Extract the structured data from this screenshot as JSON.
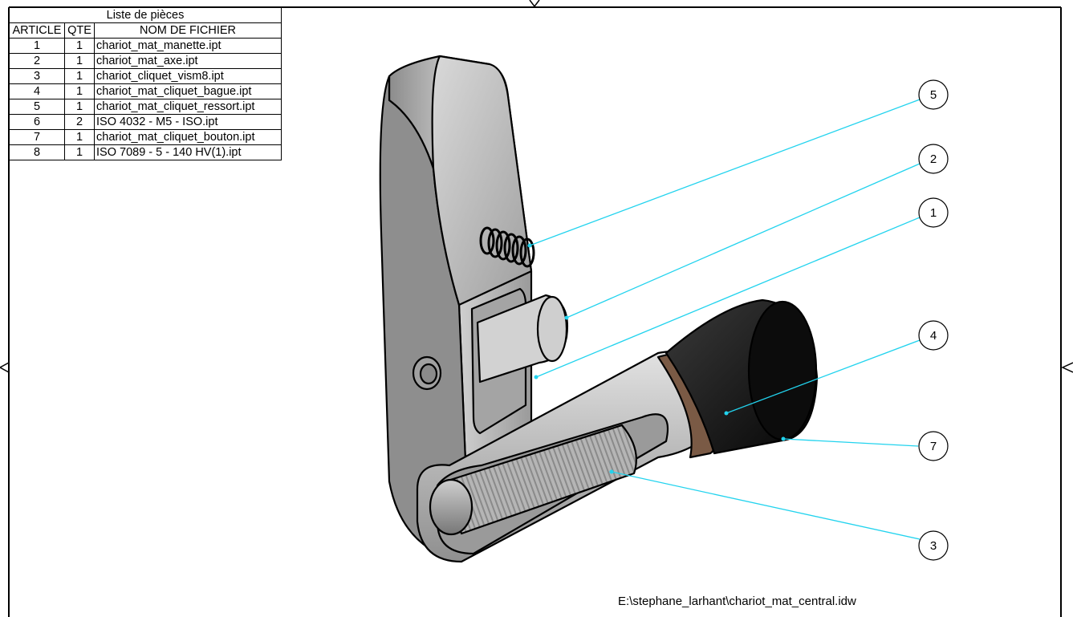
{
  "parts_list": {
    "title": "Liste de pièces",
    "headers": [
      "ARTICLE",
      "QTE",
      "NOM DE FICHIER"
    ],
    "rows": [
      {
        "article": "1",
        "qte": "1",
        "file": "chariot_mat_manette.ipt"
      },
      {
        "article": "2",
        "qte": "1",
        "file": "chariot_mat_axe.ipt"
      },
      {
        "article": "3",
        "qte": "1",
        "file": "chariot_cliquet_vism8.ipt"
      },
      {
        "article": "4",
        "qte": "1",
        "file": "chariot_mat_cliquet_bague.ipt"
      },
      {
        "article": "5",
        "qte": "1",
        "file": "chariot_mat_cliquet_ressort.ipt"
      },
      {
        "article": "6",
        "qte": "2",
        "file": "ISO 4032 - M5 - ISO.ipt"
      },
      {
        "article": "7",
        "qte": "1",
        "file": "chariot_mat_cliquet_bouton.ipt"
      },
      {
        "article": "8",
        "qte": "1",
        "file": "ISO 7089 - 5 - 140 HV(1).ipt"
      }
    ]
  },
  "balloons": [
    {
      "label": "5"
    },
    {
      "label": "2"
    },
    {
      "label": "1"
    },
    {
      "label": "4"
    },
    {
      "label": "7"
    },
    {
      "label": "3"
    }
  ],
  "file_path": "E:\\stephane_larhant\\chariot_mat_central.idw",
  "colors": {
    "leader": "#22d3ee",
    "frame": "#000000",
    "metal": "#b8b8b8",
    "knob": "#0f0f0f",
    "ring": "#7a5a45"
  }
}
